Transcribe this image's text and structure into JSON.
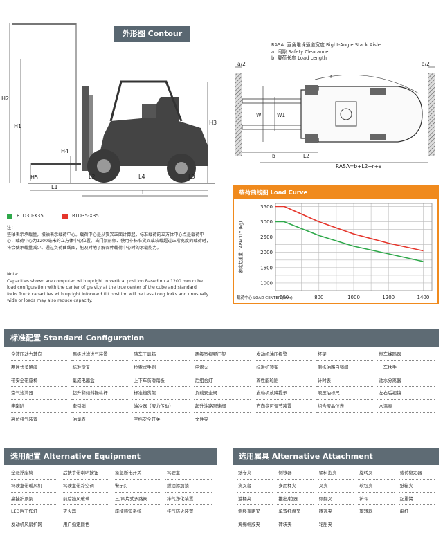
{
  "header": {
    "title": "外形图  Contour"
  },
  "rasa": {
    "line1": "RASA: 直角堆垛通道宽度 Right-Angle Stack Aisle",
    "line2": "a: 间隙 Safety Clearance",
    "line3": "b: 载荷长度 Load Length"
  },
  "side_view_labels": {
    "h2": "H2",
    "h1": "H1",
    "h3": "H3",
    "h4": "H4",
    "h5": "H5",
    "l1": "L1",
    "l2": "L2",
    "l3": "L3",
    "l4": "L4",
    "l": "L"
  },
  "top_view_labels": {
    "a_half_left": "a/2",
    "a_half_right": "a/2",
    "w": "W",
    "w1": "W1",
    "b": "b",
    "l2": "L2",
    "r": "r",
    "rasa_formula": "RASA=b+L2+r+a"
  },
  "legend": {
    "items": [
      {
        "label": "RTD30-X35",
        "color": "#2ea84a"
      },
      {
        "label": "RTD35-X35",
        "color": "#e5352b"
      }
    ]
  },
  "notes": {
    "zh_title": "注：",
    "zh_text": "竖轴表示承载量，横轴表示载荷中心。载荷中心是从货叉正面计算起，标准载荷的立方体中心点是载荷中心，载荷中心为1200毫米的立方体中心位置。当门架前倾、使用非标准货叉或装载超过正常宽度的载荷时，将会使承载量减少。通过负荷曲线图，能及时地了解各种载荷中心时的承载能力。",
    "en_title": "Note:",
    "en_text": "Capacities shown are computed with upright in vertical position.Based on a 1200 mm cube load configuration with the center of gravity at the true center of the cube and standard forks.Truck capacities with upright inforward tilt position will be Less.Long forks and unusually wide or loads may also reduce capacity."
  },
  "chart_data": {
    "type": "line",
    "title": "载荷曲线图 Load Curve",
    "ylabel": "额定起重量 CAPACITY (kg)",
    "xlabel": "载荷中心 LOAD CENTER (mm)",
    "x_ticks": [
      "600",
      "800",
      "1000",
      "1200",
      "1400"
    ],
    "y_ticks": [
      "3500",
      "3000",
      "2500",
      "2000",
      "1500",
      "1000"
    ],
    "xlim": [
      550,
      1450
    ],
    "ylim": [
      750,
      3600
    ],
    "grid": true,
    "series": [
      {
        "name": "RTD35-X35",
        "color": "#e5352b",
        "x": [
          450,
          600,
          800,
          1000,
          1200,
          1400
        ],
        "y": [
          3500,
          3500,
          3000,
          2600,
          2300,
          2050
        ]
      },
      {
        "name": "RTD30-X35",
        "color": "#2ea84a",
        "x": [
          450,
          600,
          800,
          1000,
          1200,
          1400
        ],
        "y": [
          3000,
          3000,
          2550,
          2200,
          1950,
          1700
        ]
      }
    ]
  },
  "standard": {
    "title": "标准配置  Standard Configuration",
    "items": [
      "全液压动力转向",
      "两级过滤进气装置",
      "随车工具箱",
      "两级宽视野门架",
      "发动机油压报警",
      "杯架",
      "倒车蜂鸣器",
      "两片式多路阀",
      "标准货叉",
      "拉索式手刹",
      "电熄火",
      "标准护顶架",
      "倒拆油路自锁阀",
      "上车扶手",
      "带安全带座椅",
      "集成电器盒",
      "上下车防滑踏板",
      "后组合灯",
      "离性能轮胎",
      "计时表",
      "油水分离器",
      "空气滤清器",
      "起升和倾斜操纵杆",
      "标准挡货架",
      "负载安全阀",
      "发动机故障提示",
      "液压油标尺",
      "左右后视镜",
      "电喇叭",
      "牵引销",
      "油冷器（液力传动）",
      "起升油路限速阀",
      "方向盘可调节装置",
      "组合液晶仪表",
      "水温表",
      "高位排气装置",
      "油量表",
      "空档安全开关",
      "文件夹"
    ]
  },
  "alternative_equipment": {
    "title": "选用配置  Alternative Equipment",
    "items": [
      "全悬浮座椅",
      "后扶手带喇叭按钮",
      "紧急断电开关",
      "驾驶室",
      "驾驶室带暖风机",
      "驾驶室带冷空调",
      "警示灯",
      "燃油添加锁",
      "高挂护顶架",
      "前后挡风玻璃",
      "三/四片式多路阀",
      "排气净化装置",
      "LED后工作灯",
      "灭火器",
      "座椅感知系统",
      "排气防火装置",
      "发动机风扇护网",
      "用户指定颜色"
    ]
  },
  "alternative_attachment": {
    "title": "选用属具  Alternative Attachment",
    "items": [
      "纸卷夹",
      "侧移器",
      "桶料抱夹",
      "旋转叉",
      "载荷稳定器",
      "货叉套",
      "多用桶夹",
      "叉夹",
      "软包夹",
      "纸箱夹",
      "油桶夹",
      "推出/拉器",
      "倾翻叉",
      "铲斗",
      "起重臂",
      "侧移调距叉",
      "单双托盘叉",
      "砖瓦夹",
      "旋转器",
      "串杆",
      "海绵棉胶夹",
      "砖块夹",
      "轮胎夹"
    ]
  }
}
